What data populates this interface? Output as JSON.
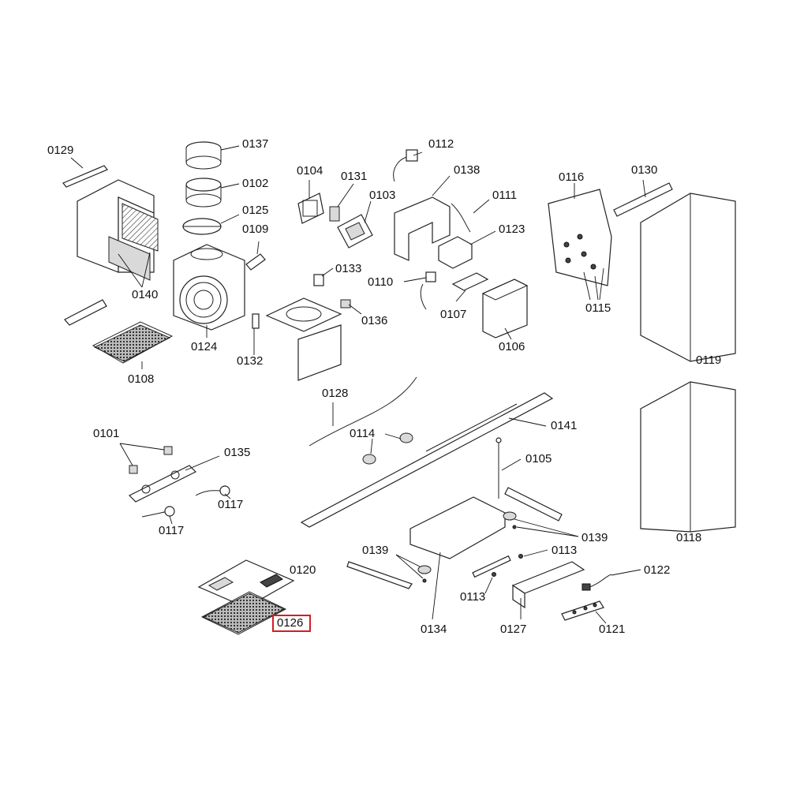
{
  "diagram": {
    "highlight_color": "#d21e24",
    "labels": {
      "p0129": "0129",
      "p0140": "0140",
      "p0108": "0108",
      "p0137": "0137",
      "p0102": "0102",
      "p0125": "0125",
      "p0109": "0109",
      "p0124": "0124",
      "p0104": "0104",
      "p0131": "0131",
      "p0103": "0103",
      "p0133": "0133",
      "p0132": "0132",
      "p0136": "0136",
      "p0112": "0112",
      "p0138": "0138",
      "p0111": "0111",
      "p0123": "0123",
      "p0110": "0110",
      "p0107": "0107",
      "p0106": "0106",
      "p0116": "0116",
      "p0130": "0130",
      "p0115": "0115",
      "p0119": "0119",
      "p0118": "0118",
      "p0128": "0128",
      "p0114": "0114",
      "p0141": "0141",
      "p0105": "0105",
      "p0139a": "0139",
      "p0139b": "0139",
      "p0101": "0101",
      "p0135": "0135",
      "p0117a": "0117",
      "p0117b": "0117",
      "p0120": "0120",
      "p0126": "0126",
      "p0113a": "0113",
      "p0113b": "0113",
      "p0122": "0122",
      "p0134": "0134",
      "p0127": "0127",
      "p0121": "0121"
    }
  }
}
